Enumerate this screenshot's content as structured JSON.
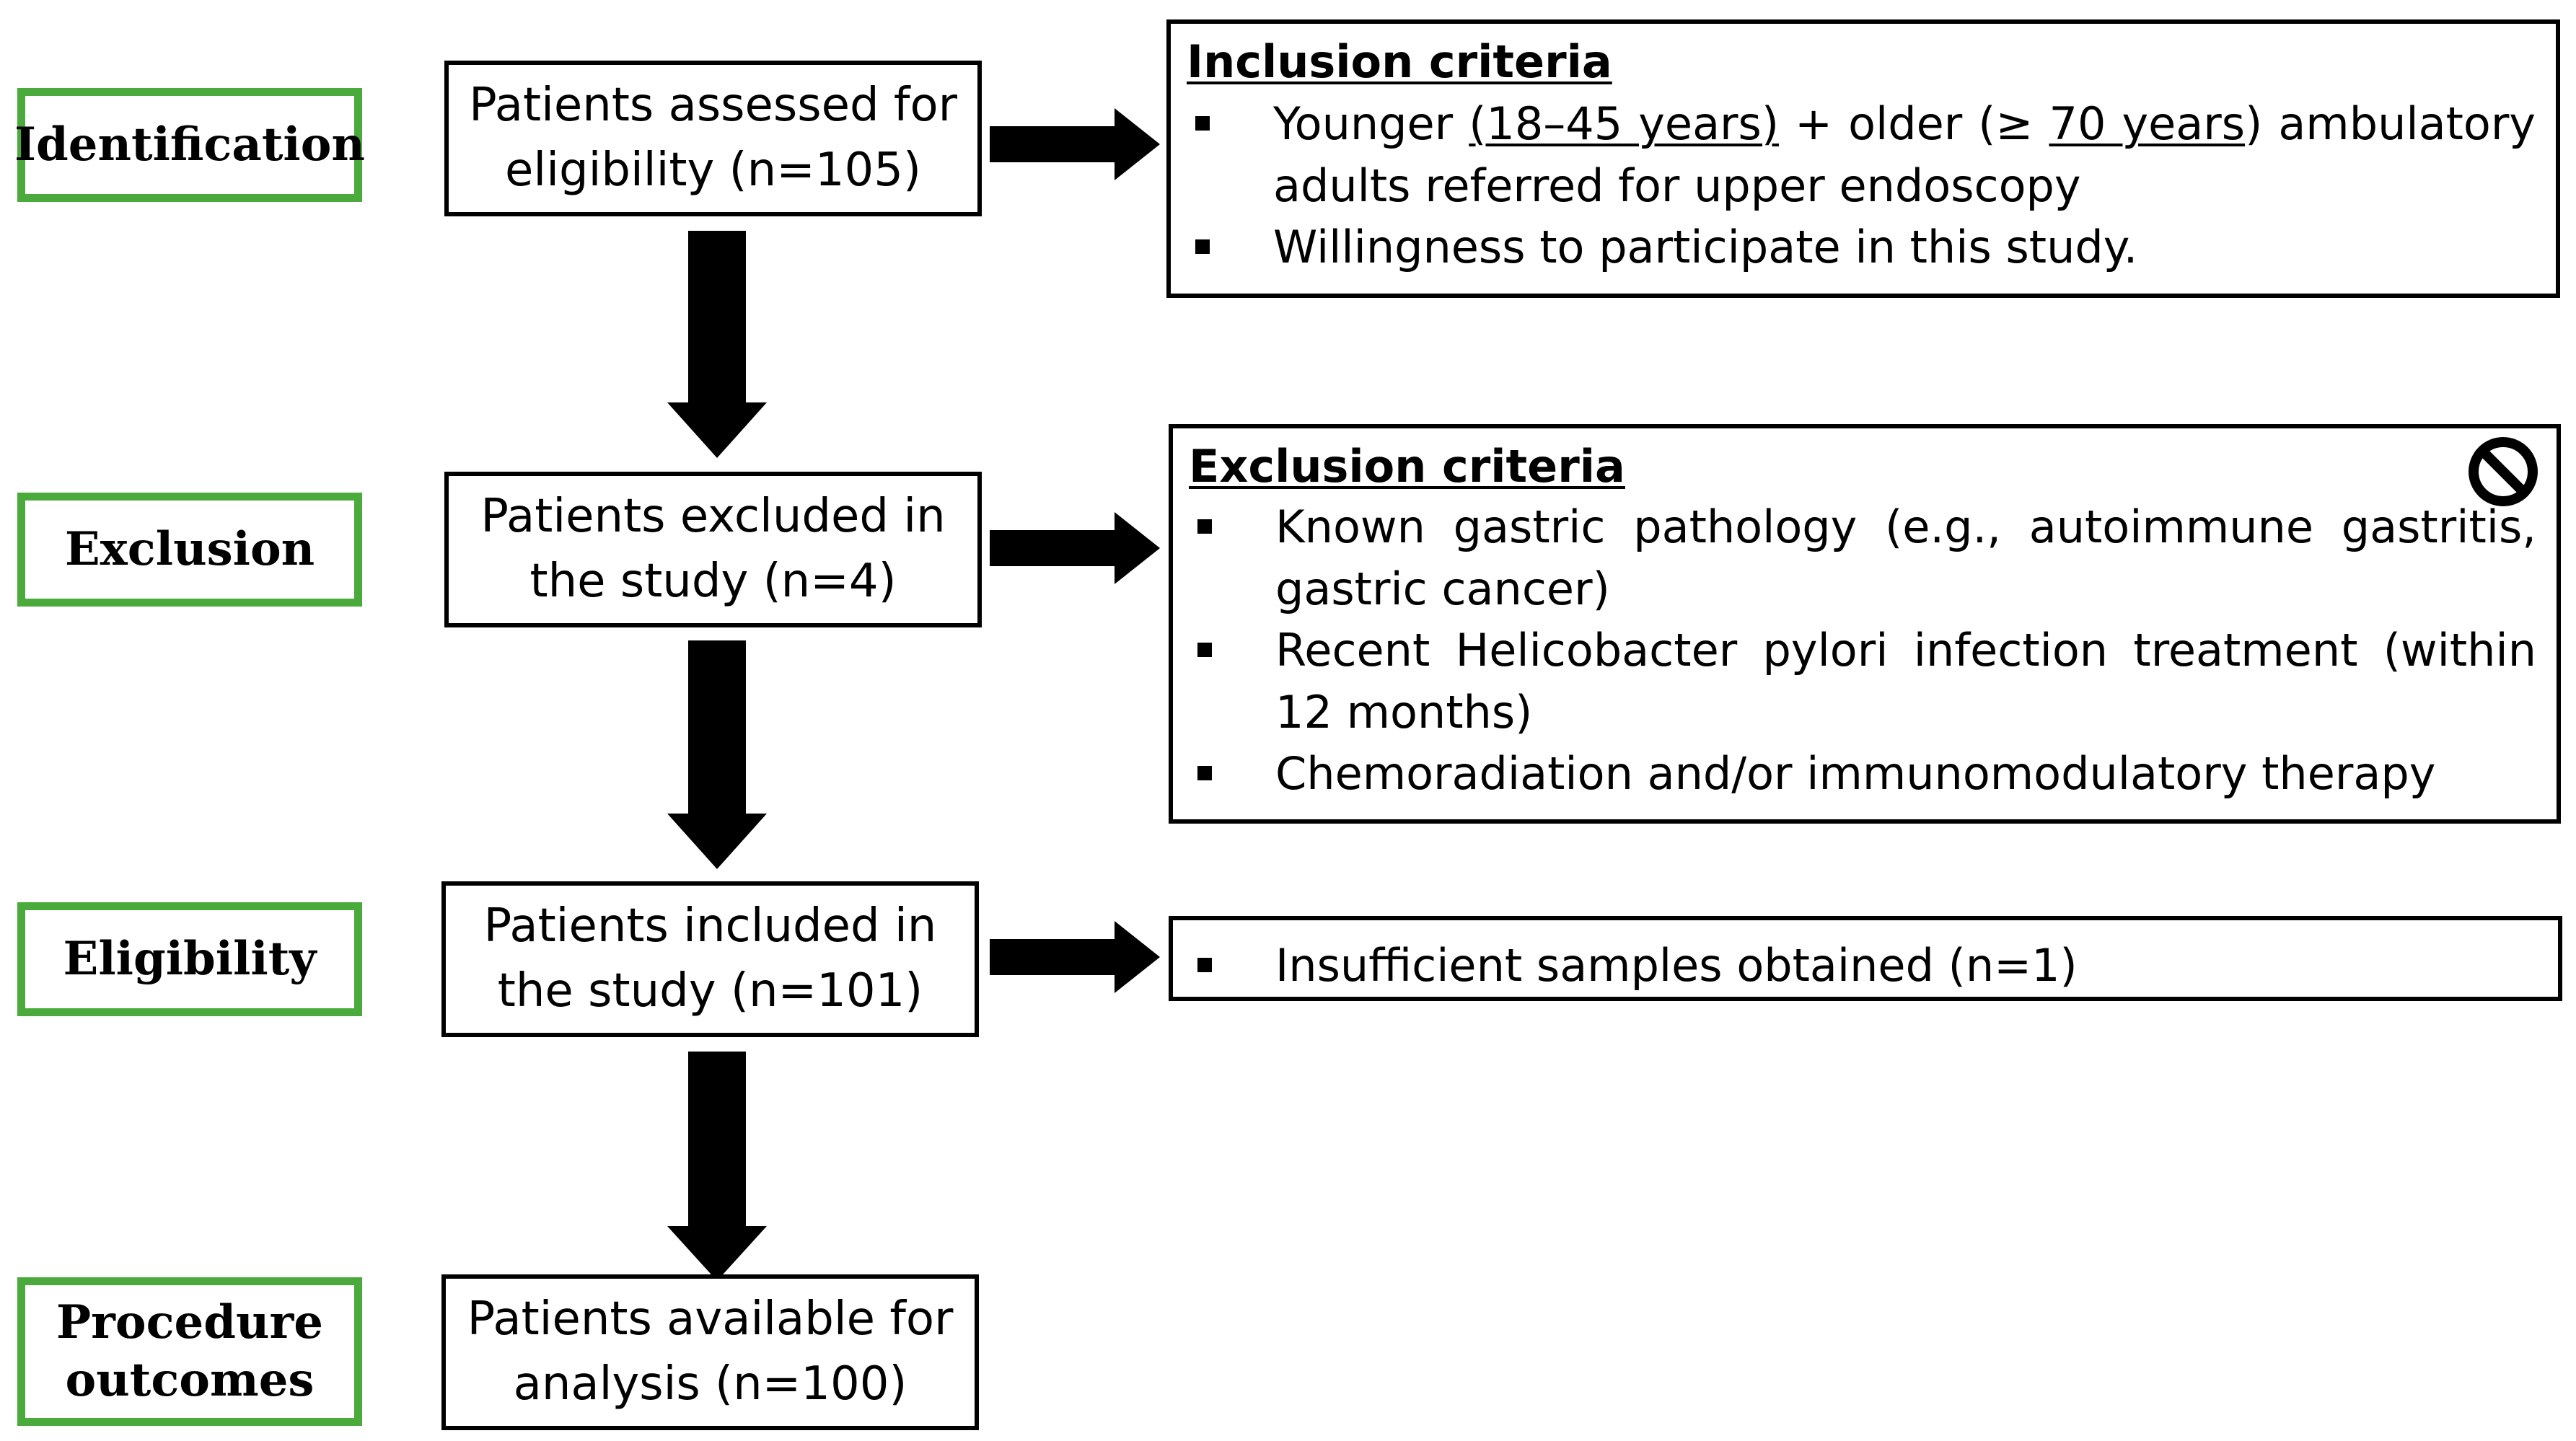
{
  "stages": [
    {
      "label": "Identification"
    },
    {
      "label": "Exclusion"
    },
    {
      "label": "Eligibility"
    },
    {
      "label": "Procedure outcomes"
    }
  ],
  "flow": [
    {
      "text": "Patients assessed for eligibility (n=105)"
    },
    {
      "text": "Patients excluded in the study (n=4)"
    },
    {
      "text": "Patients included in the study (n=101)"
    },
    {
      "text": "Patients available for analysis (n=100)"
    }
  ],
  "inclusion": {
    "title": "Inclusion criteria",
    "item1": {
      "p1": "Younger ",
      "u1": "(18–45 years)",
      "p2": " + older (≥ ",
      "u2": "70 years",
      "p3": ") ambulatory adults referred for upper endoscopy"
    },
    "item2": "Willingness to participate in this study."
  },
  "exclusion": {
    "title": "Exclusion criteria",
    "items": [
      "Known gastric pathology (e.g., autoimmune gastritis, gastric cancer)",
      "Recent Helicobacter pylori infection treatment (within 12 months)",
      "Chemoradiation and/or immunomodulatory therapy"
    ],
    "icon": "prohibited-icon"
  },
  "eligibility_note": {
    "items": [
      "Insufficient samples obtained (n=1)"
    ]
  },
  "colors": {
    "stage_border": "#4aaa3c",
    "box_border": "#000000",
    "arrow": "#000000"
  }
}
